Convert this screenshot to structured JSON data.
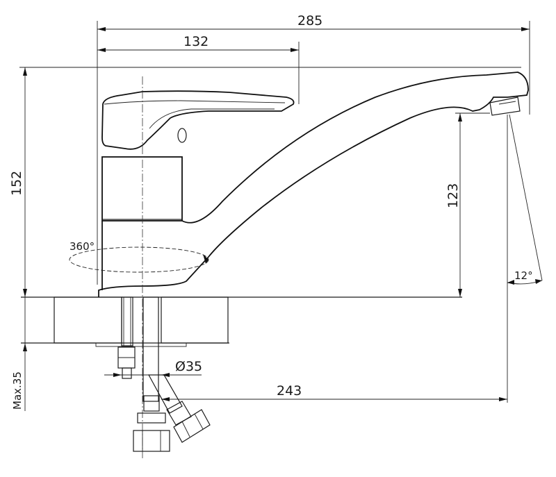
{
  "dimensions": {
    "overall_length": "285",
    "lever_reach": "132",
    "total_height": "152",
    "spout_height": "123",
    "spout_angle": "12°",
    "rotation": "360°",
    "hole_diameter": "Ø35",
    "spout_reach": "243",
    "max_thickness": "Max.35"
  }
}
